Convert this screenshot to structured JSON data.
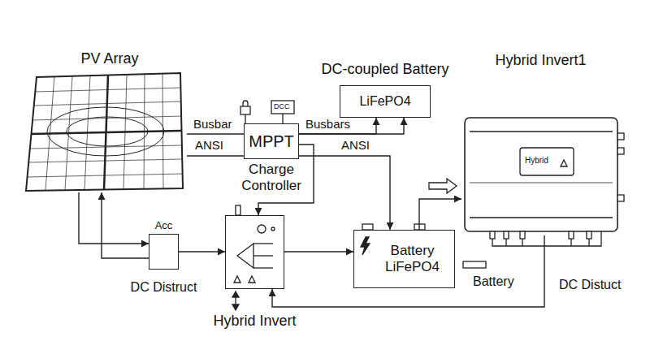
{
  "diagram": {
    "nodes": [
      {
        "text": [
          "PV Array"
        ]
      },
      {
        "text": [
          "MPPT",
          "Charge Controller"
        ]
      },
      {
        "text": [
          "DC-coupled Battery",
          "LiFePO4"
        ]
      },
      {
        "text": [
          "Hybrid Invert1"
        ]
      },
      {
        "text": [
          "Acc",
          "DC Distruct"
        ]
      },
      {
        "text": [
          "Hybrid Invert"
        ]
      },
      {
        "text": [
          "Battery LiFePO4"
        ]
      }
    ],
    "edges": [
      {
        "from": 0,
        "to": 1,
        "arrow": "none"
      },
      {
        "from": 0,
        "to": 1,
        "arrow": "none"
      },
      {
        "from": 1,
        "to": 2,
        "arrow": "to"
      },
      {
        "from": 1,
        "to": 2,
        "arrow": "to"
      },
      {
        "from": 1,
        "to": 6,
        "arrow": "to"
      },
      {
        "from": 1,
        "to": 5,
        "arrow": "to"
      },
      {
        "from": 0,
        "to": 4,
        "arrow": "to"
      },
      {
        "from": 4,
        "to": 0,
        "arrow": "to"
      },
      {
        "from": 4,
        "to": 5,
        "arrow": "to"
      },
      {
        "from": 5,
        "to": 6,
        "arrow": "to"
      },
      {
        "from": 6,
        "to": 3,
        "arrow": "to"
      },
      {
        "from": 3,
        "to": 5,
        "arrow": "to"
      }
    ],
    "labels": [
      "Busbar",
      "ANSI",
      "DCC",
      "Busbars",
      "ANSI",
      "Hybrid",
      "Battery",
      "DC Distuct"
    ]
  }
}
